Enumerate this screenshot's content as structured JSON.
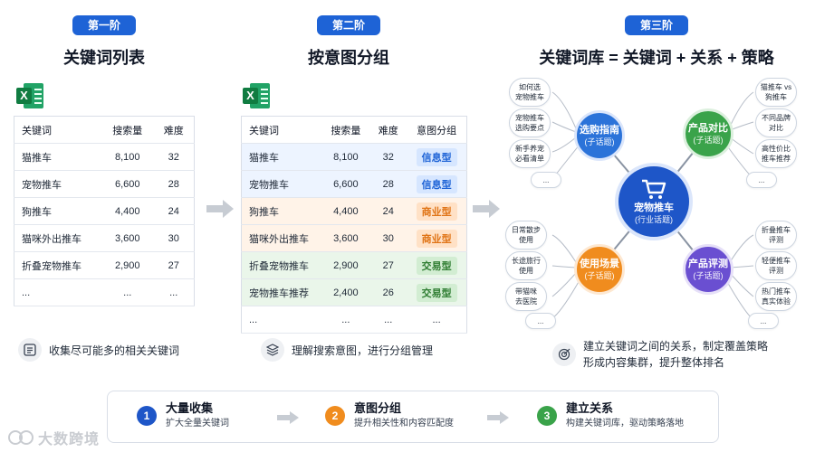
{
  "stages": [
    {
      "pill": "第一阶段",
      "title": "关键词列表"
    },
    {
      "pill": "第二阶段",
      "title": "按意图分组"
    },
    {
      "pill": "第三阶段",
      "title": "关键词库 = 关键词 + 关系 + 策略"
    }
  ],
  "table1": {
    "headers": [
      "关键词",
      "搜索量",
      "难度"
    ],
    "rows": [
      [
        "猫推车",
        "8,100",
        "32"
      ],
      [
        "宠物推车",
        "6,600",
        "28"
      ],
      [
        "狗推车",
        "4,400",
        "24"
      ],
      [
        "猫咪外出推车",
        "3,600",
        "30"
      ],
      [
        "折叠宠物推车",
        "2,900",
        "27"
      ],
      [
        "...",
        "...",
        "..."
      ]
    ]
  },
  "table2": {
    "headers": [
      "关键词",
      "搜索量",
      "难度",
      "意图分组"
    ],
    "rows": [
      [
        "猫推车",
        "8,100",
        "32",
        "信息型"
      ],
      [
        "宠物推车",
        "6,600",
        "28",
        "信息型"
      ],
      [
        "狗推车",
        "4,400",
        "24",
        "商业型"
      ],
      [
        "猫咪外出推车",
        "3,600",
        "30",
        "商业型"
      ],
      [
        "折叠宠物推车",
        "2,900",
        "27",
        "交易型"
      ],
      [
        "宠物推车推荐",
        "2,400",
        "26",
        "交易型"
      ],
      [
        "...",
        "...",
        "...",
        "..."
      ]
    ]
  },
  "mindmap": {
    "center": {
      "title": "宠物推车",
      "sub": "(行业话题)"
    },
    "topics": [
      {
        "title": "选购指南",
        "sub": "(子话题)",
        "leaves": [
          "如何选\n宠物推车",
          "宠物推车\n选购要点",
          "新手养宠\n必看清单",
          "..."
        ]
      },
      {
        "title": "产品对比",
        "sub": "(子话题)",
        "leaves": [
          "猫推车 vs\n狗推车",
          "不同品牌\n对比",
          "高性价比\n推车推荐",
          "..."
        ]
      },
      {
        "title": "使用场景",
        "sub": "(子话题)",
        "leaves": [
          "日常散步\n使用",
          "长途旅行\n使用",
          "带猫咪\n去医院",
          "..."
        ]
      },
      {
        "title": "产品评测",
        "sub": "(子话题)",
        "leaves": [
          "折叠推车\n评测",
          "轻便推车\n评测",
          "热门推车\n真实体验",
          "..."
        ]
      }
    ],
    "colors": {
      "center": "#1e56c8",
      "guide": "#2b73d9",
      "compare": "#3aa34a",
      "scene": "#f08c1e",
      "review": "#6a4fd1",
      "line": "#8a94a3"
    }
  },
  "captions": [
    "收集尽可能多的相关关键词",
    "理解搜索意图，进行分组管理",
    "建立关键词之间的关系，制定覆盖策略\n形成内容集群，提升整体排名"
  ],
  "steps": [
    {
      "num": "1",
      "title": "大量收集",
      "desc": "扩大全量关键词",
      "color": "#1e56c8"
    },
    {
      "num": "2",
      "title": "意图分组",
      "desc": "提升相关性和内容匹配度",
      "color": "#f08c1e"
    },
    {
      "num": "3",
      "title": "建立关系",
      "desc": "构建关键词库，驱动策略落地",
      "color": "#3aa34a"
    }
  ],
  "watermark": "大数跨境"
}
